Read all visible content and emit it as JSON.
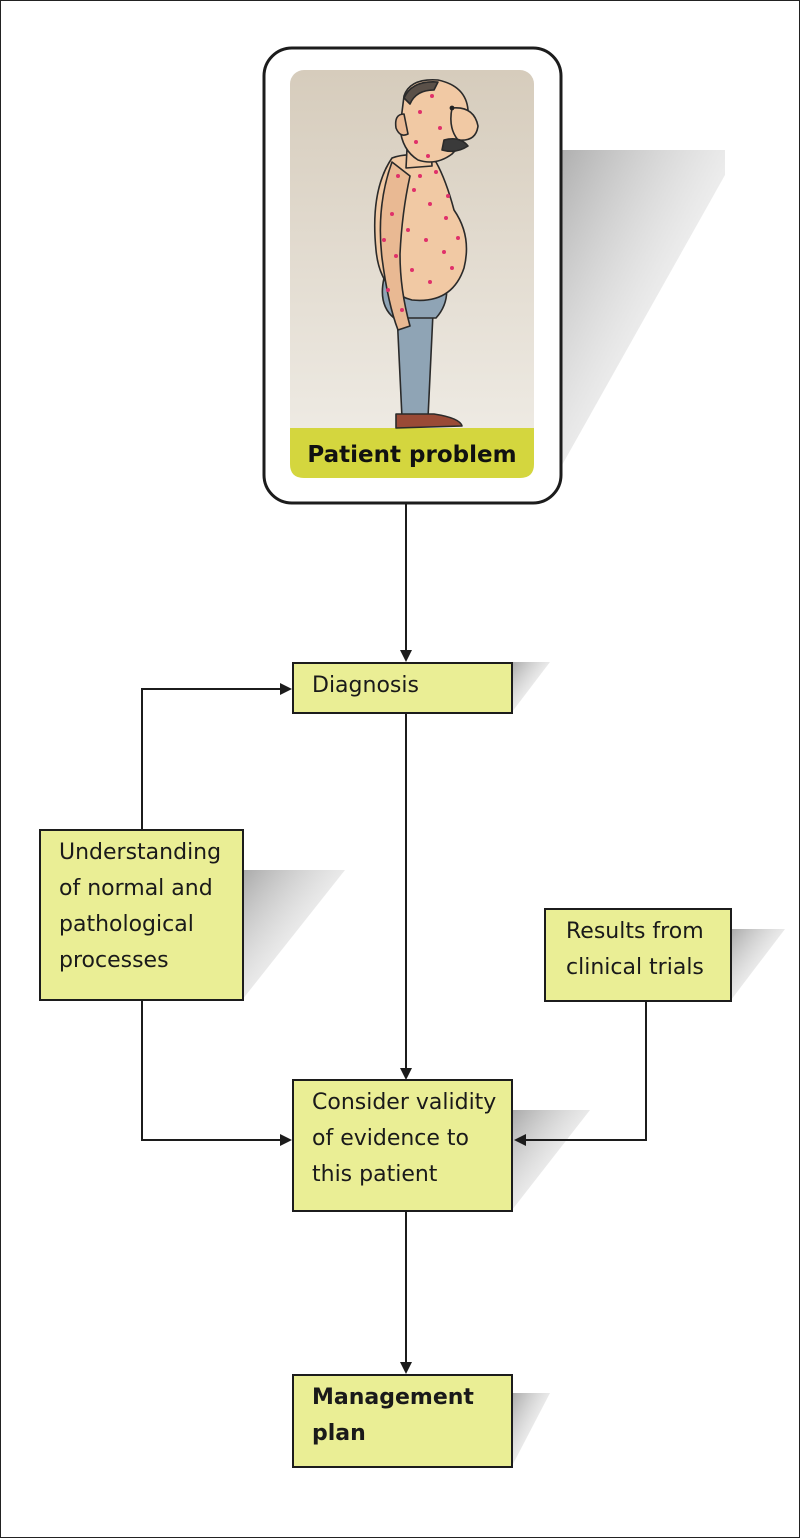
{
  "patient": {
    "caption": "Patient problem",
    "illustration": "cartoon-patient-with-rash"
  },
  "nodes": {
    "diagnosis": "Diagnosis",
    "understanding": "Understanding of normal and pathological processes",
    "understanding_lines": [
      "Understanding",
      "of normal and",
      "pathological",
      "processes"
    ],
    "trials": "Results from clinical trials",
    "trials_lines": [
      "Results from",
      "clinical trials"
    ],
    "consider": "Consider validity of evidence to this patient",
    "consider_lines": [
      "Consider validity",
      "of evidence to",
      "this patient"
    ],
    "management": "Management plan",
    "management_lines": [
      "Management",
      "plan"
    ]
  },
  "colors": {
    "box_fill": "#eaee95",
    "caption_band": "#d4d63e",
    "line": "#1c1c1c",
    "dots": "#e0306a"
  }
}
